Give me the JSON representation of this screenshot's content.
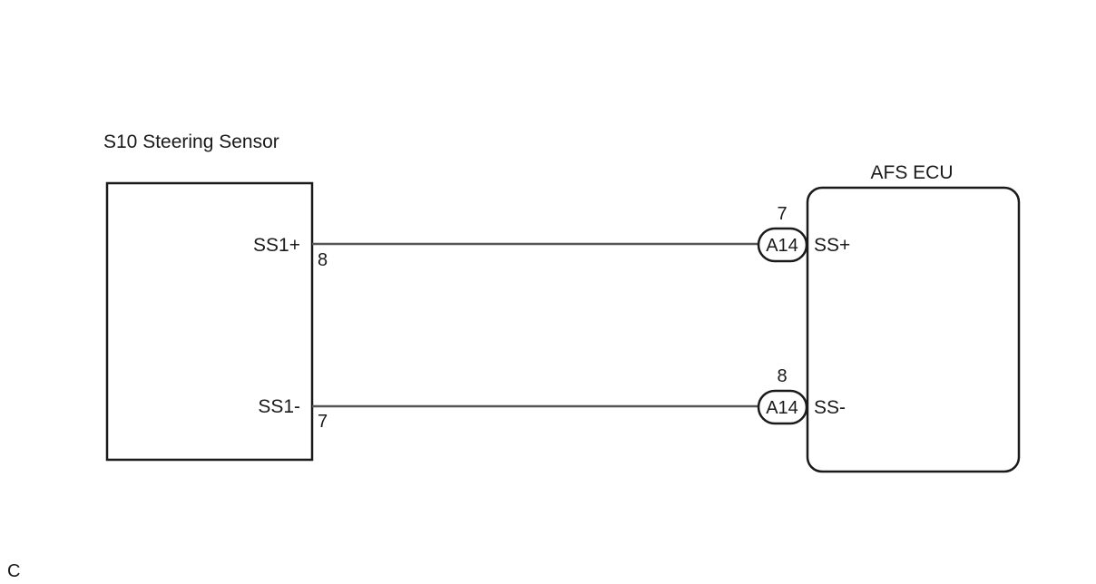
{
  "sensor": {
    "title": "S10 Steering Sensor",
    "pins": [
      {
        "label": "SS1+",
        "pin": "8"
      },
      {
        "label": "SS1-",
        "pin": "7"
      }
    ]
  },
  "ecu": {
    "title": "AFS ECU",
    "pins": [
      {
        "label": "SS+",
        "pin": "7",
        "connector": "A14"
      },
      {
        "label": "SS-",
        "pin": "8",
        "connector": "A14"
      }
    ]
  },
  "figure_code": "C",
  "colors": {
    "line": "#1a1a1a",
    "wire": "#555555"
  }
}
